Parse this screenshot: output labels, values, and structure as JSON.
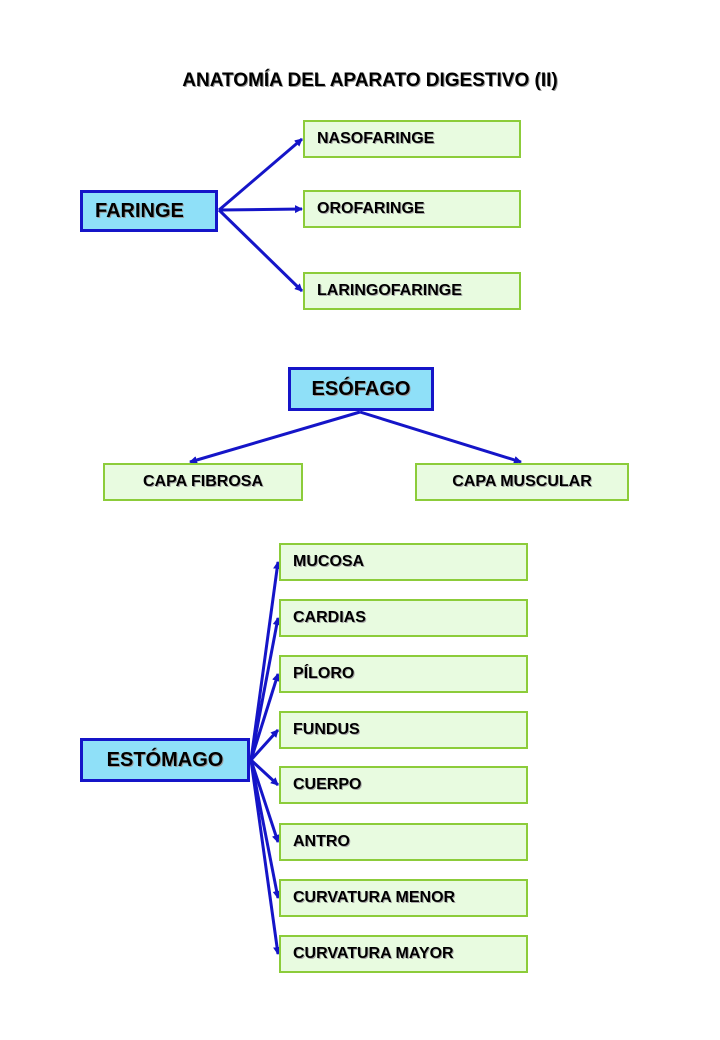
{
  "title": "ANATOMÍA DEL APARATO DIGESTIVO (II)",
  "colors": {
    "arrow": "#1515c8",
    "main_fill": "#8fe0f8",
    "leaf_fill": "#e8fbe0",
    "leaf_border": "#8ccc3a"
  },
  "faringe": {
    "label": "FARINGE",
    "children": [
      "NASOFARINGE",
      "OROFARINGE",
      "LARINGOFARINGE"
    ]
  },
  "esofago": {
    "label": "ESÓFAGO",
    "children": [
      "CAPA FIBROSA",
      "CAPA MUSCULAR"
    ]
  },
  "estomago": {
    "label": "ESTÓMAGO",
    "children": [
      "MUCOSA",
      "CARDIAS",
      "PÍLORO",
      "FUNDUS",
      "CUERPO",
      "ANTRO",
      "CURVATURA MENOR",
      "CURVATURA MAYOR"
    ]
  }
}
